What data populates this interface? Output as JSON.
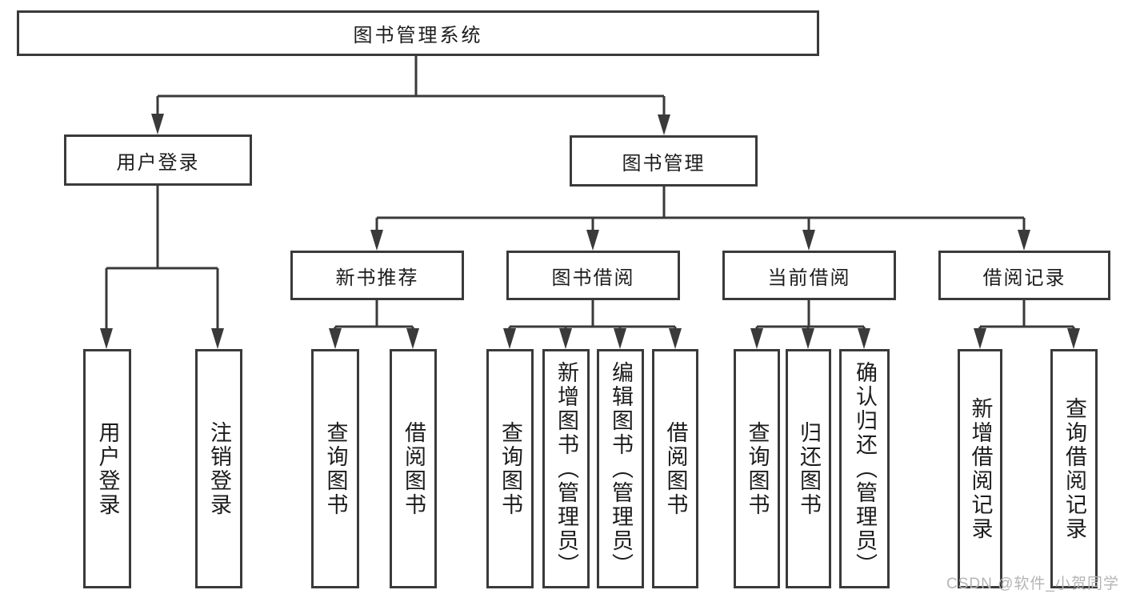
{
  "tree": {
    "root": {
      "label": "图书管理系统"
    },
    "user_login": {
      "label": "用户登录",
      "children": [
        {
          "label": "用户登录"
        },
        {
          "label": "注销登录"
        }
      ]
    },
    "book_mgmt": {
      "label": "图书管理",
      "children": [
        {
          "label": "新书推荐",
          "children": [
            {
              "label": "查询图书"
            },
            {
              "label": "借阅图书"
            }
          ]
        },
        {
          "label": "图书借阅",
          "children": [
            {
              "label": "查询图书"
            },
            {
              "label": "新增图书（管理员）"
            },
            {
              "label": "编辑图书（管理员）"
            },
            {
              "label": "借阅图书"
            }
          ]
        },
        {
          "label": "当前借阅",
          "children": [
            {
              "label": "查询图书"
            },
            {
              "label": "归还图书"
            },
            {
              "label": "确认归还（管理员）"
            }
          ]
        },
        {
          "label": "借阅记录",
          "children": [
            {
              "label": "新增借阅记录"
            },
            {
              "label": "查询借阅记录"
            }
          ]
        }
      ]
    }
  },
  "watermark": "CSDN @软件_小贺同学",
  "colors": {
    "line": "#3a3a3a",
    "text": "#1c1c1c",
    "watermark": "#b5b5b5",
    "background": "#ffffff"
  }
}
